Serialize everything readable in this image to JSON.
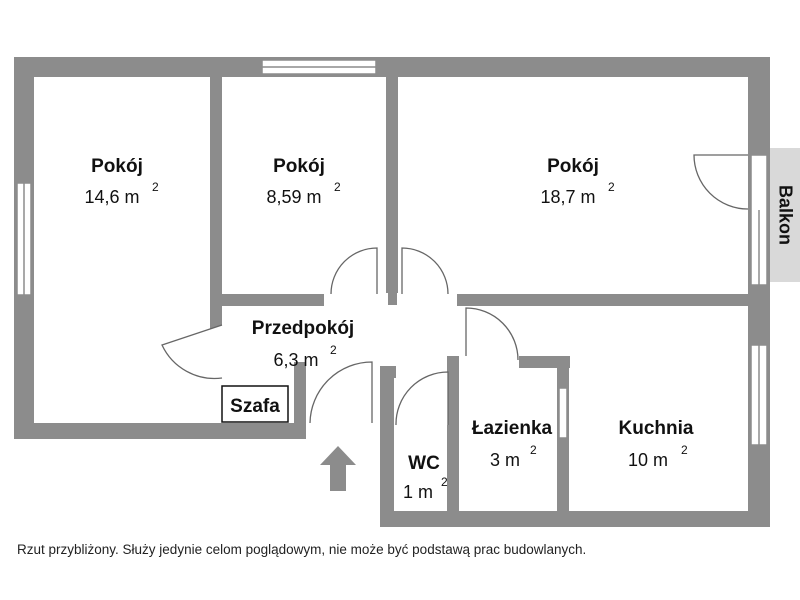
{
  "rooms": {
    "pokoj1": {
      "name": "Pokój",
      "area": "14,6 m",
      "sup": "2"
    },
    "pokoj2": {
      "name": "Pokój",
      "area": "8,59 m",
      "sup": "2"
    },
    "pokoj3": {
      "name": "Pokój",
      "area": "18,7 m",
      "sup": "2"
    },
    "przedpokoj": {
      "name": "Przedpokój",
      "area": "6,3 m",
      "sup": "2"
    },
    "lazienka": {
      "name": "Łazienka",
      "area": "3 m",
      "sup": "2"
    },
    "kuchnia": {
      "name": "Kuchnia",
      "area": "10 m",
      "sup": "2"
    },
    "wc": {
      "name": "WC",
      "area": "1 m",
      "sup": "2"
    }
  },
  "szafa": "Szafa",
  "balkon": "Balkon",
  "disclaimer": "Rzut przybliżony. Służy jedynie celom poglądowym, nie może być podstawą prac budowlanych.",
  "colors": {
    "wall": "#8c8c8c",
    "balkon_fill": "#d9d9d9",
    "text": "#111111"
  }
}
